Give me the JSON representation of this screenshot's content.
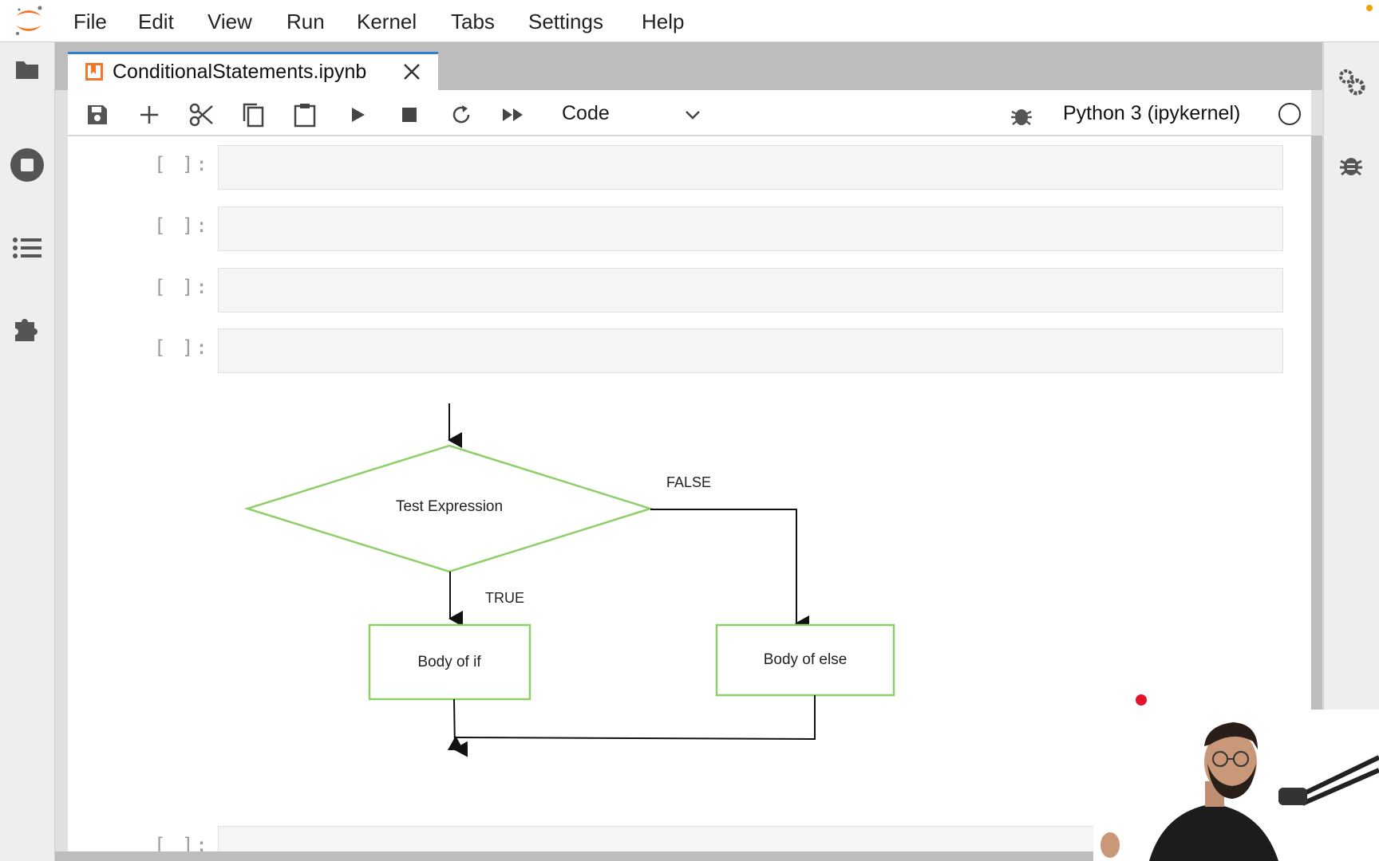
{
  "menu": {
    "items": [
      "File",
      "Edit",
      "View",
      "Run",
      "Kernel",
      "Tabs",
      "Settings",
      "Help"
    ]
  },
  "sidebar_left": {
    "icons": [
      "folder-icon",
      "stop-circle-icon",
      "list-icon",
      "puzzle-icon"
    ]
  },
  "sidebar_right": {
    "icons": [
      "gears-icon",
      "bug-icon"
    ]
  },
  "tab": {
    "title": "ConditionalStatements.ipynb",
    "icon": "notebook-icon"
  },
  "toolbar": {
    "buttons": [
      "save-icon",
      "add-icon",
      "cut-icon",
      "copy-icon",
      "paste-icon",
      "run-icon",
      "stop-icon",
      "restart-icon",
      "fast-forward-icon"
    ],
    "cell_type": "Code",
    "kernel": "Python 3 (ipykernel)"
  },
  "cells": [
    {
      "prompt": "[ ]:"
    },
    {
      "prompt": "[ ]:"
    },
    {
      "prompt": "[ ]:"
    },
    {
      "prompt": "[ ]:"
    },
    {
      "prompt": "[ ]:"
    }
  ],
  "flowchart": {
    "test_expression": "Test Expression",
    "false_label": "FALSE",
    "true_label": "TRUE",
    "body_if": "Body of if",
    "body_else": "Body of else",
    "border_color": "#8fcf6a"
  },
  "colors": {
    "accent": "#2f7fd1",
    "logo": "#f37726",
    "record": "#e3132e"
  }
}
